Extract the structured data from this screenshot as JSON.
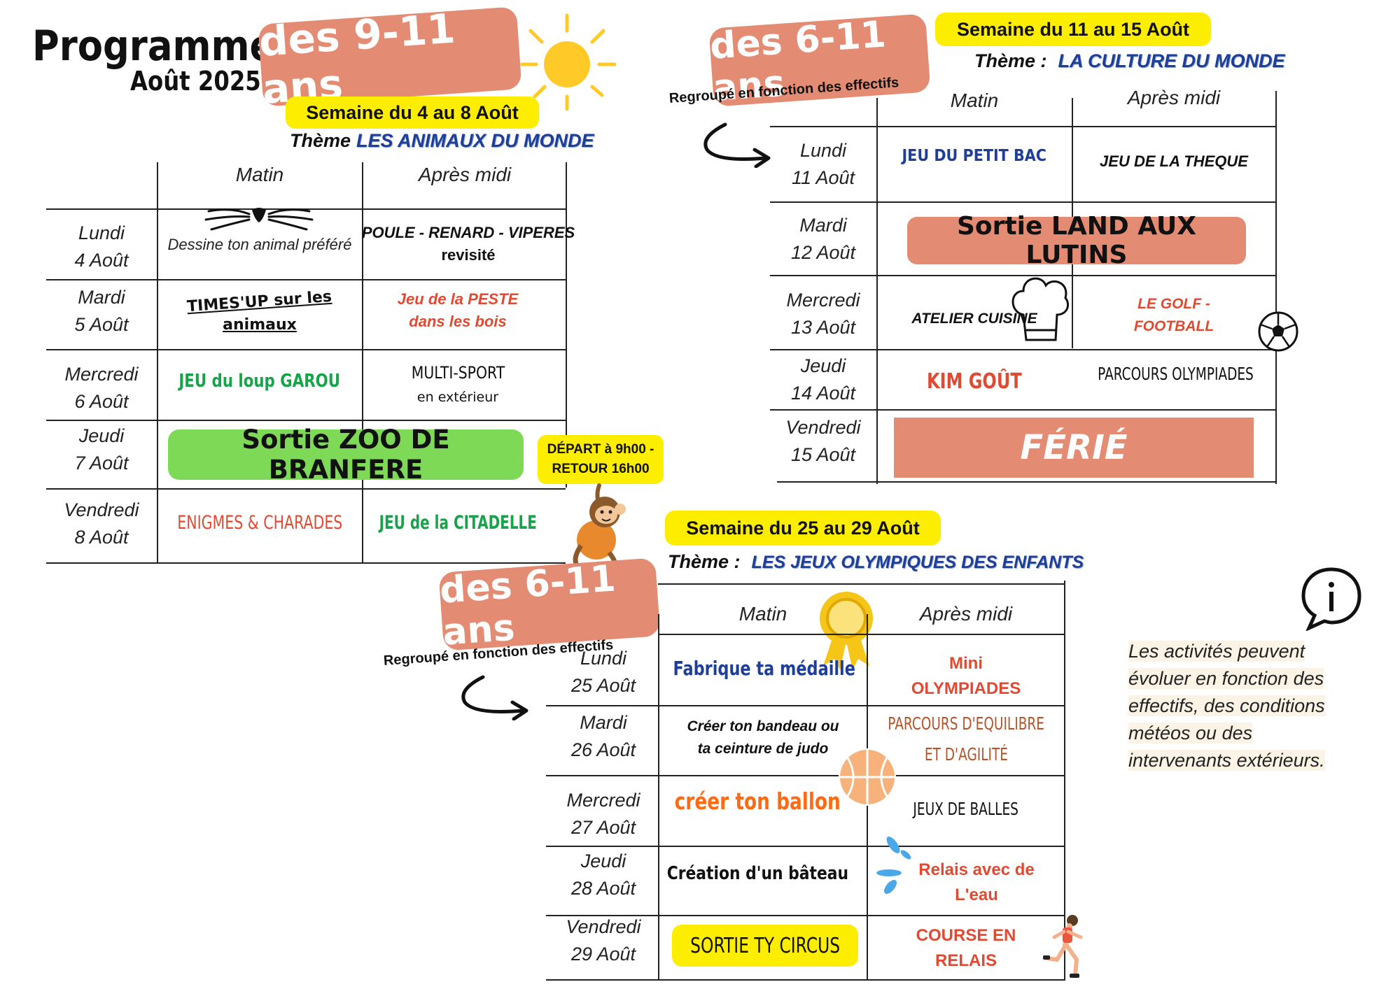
{
  "title": {
    "line1": "Programme",
    "line2": "Août 2025"
  },
  "labels": {
    "matin": "Matin",
    "apres_midi": "Après midi",
    "theme": "Thème",
    "theme_colon": "Thème :"
  },
  "weeks": [
    {
      "age": "des 9-11 ans",
      "week": "Semaine du 4 au 8 Août",
      "theme": "LES ANIMAUX DU MONDE",
      "days": [
        {
          "day": "Lundi",
          "date": "4 Août"
        },
        {
          "day": "Mardi",
          "date": "5 Août"
        },
        {
          "day": "Mercredi",
          "date": "6 Août"
        },
        {
          "day": "Jeudi",
          "date": "7 Août"
        },
        {
          "day": "Vendredi",
          "date": "8 Août"
        }
      ],
      "activities": {
        "mon_am": "Dessine ton animal préféré",
        "mon_pm_1": "POULE - RENARD - VIPERES",
        "mon_pm_2": "revisité",
        "tue_am_1": "TIMES'UP sur les",
        "tue_am_2": "animaux",
        "tue_pm_1": "Jeu de la PESTE",
        "tue_pm_2": "dans les bois",
        "wed_am": "JEU du loup GAROU",
        "wed_pm_1": "MULTI-SPORT",
        "wed_pm_2": "en extérieur",
        "thu": "Sortie ZOO DE BRANFERE",
        "fri_am": "ENIGMES & CHARADES",
        "fri_pm": "JEU de la CITADELLE"
      },
      "depart_1": "DÉPART à 9h00 -",
      "depart_2": "RETOUR 16h00"
    },
    {
      "age": "des 6-11 ans",
      "note": "Regroupé en fonction des effectifs",
      "week": "Semaine du 11 au 15 Août",
      "theme": "LA CULTURE DU MONDE",
      "days": [
        {
          "day": "Lundi",
          "date": "11 Août"
        },
        {
          "day": "Mardi",
          "date": "12 Août"
        },
        {
          "day": "Mercredi",
          "date": "13 Août"
        },
        {
          "day": "Jeudi",
          "date": "14 Août"
        },
        {
          "day": "Vendredi",
          "date": "15 Août"
        }
      ],
      "activities": {
        "mon_am": "JEU DU PETIT BAC",
        "mon_pm": "JEU DE LA THEQUE",
        "tue": "Sortie LAND AUX LUTINS",
        "wed_am": "ATELIER CUISINE",
        "wed_pm_1": "LE GOLF -",
        "wed_pm_2": "FOOTBALL",
        "thu_am": "KIM GOÛT",
        "thu_pm": "PARCOURS OLYMPIADES",
        "fri": "FÉRIÉ"
      }
    },
    {
      "age": "des 6-11 ans",
      "note": "Regroupé en fonction des effectifs",
      "week": "Semaine du 25 au 29 Août",
      "theme": "LES JEUX OLYMPIQUES DES ENFANTS",
      "days": [
        {
          "day": "Lundi",
          "date": "25 Août"
        },
        {
          "day": "Mardi",
          "date": "26 Août"
        },
        {
          "day": "Mercredi",
          "date": "27 Août"
        },
        {
          "day": "Jeudi",
          "date": "28 Août"
        },
        {
          "day": "Vendredi",
          "date": "29 Août"
        }
      ],
      "activities": {
        "mon_am": "Fabrique ta médaille",
        "mon_pm_1": "Mini",
        "mon_pm_2": "OLYMPIADES",
        "tue_am_1": "Créer ton bandeau ou",
        "tue_am_2": "ta ceinture de judo",
        "tue_pm_1": "PARCOURS D'EQUILIBRE",
        "tue_pm_2": "ET D'AGILITÉ",
        "wed_am": "créer ton ballon",
        "wed_pm": "JEUX DE BALLES",
        "thu_am": "Création d'un bâteau",
        "thu_pm_1": "Relais avec de",
        "thu_pm_2": "L'eau",
        "fri_am": "SORTIE TY CIRCUS",
        "fri_pm_1": "COURSE EN",
        "fri_pm_2": "RELAIS"
      }
    }
  ],
  "info": {
    "lines": [
      "Les activités peuvent",
      "évoluer en fonction des",
      "effectifs, des conditions",
      "météos ou des",
      "intervenants extérieurs."
    ]
  },
  "colors": {
    "salmon": "#e38b73",
    "yellow": "#fdee00",
    "green": "#7ed957",
    "blue": "#1f3e96",
    "red": "#e04a33",
    "orange": "#ff6a13",
    "greenText": "#16a34a"
  }
}
